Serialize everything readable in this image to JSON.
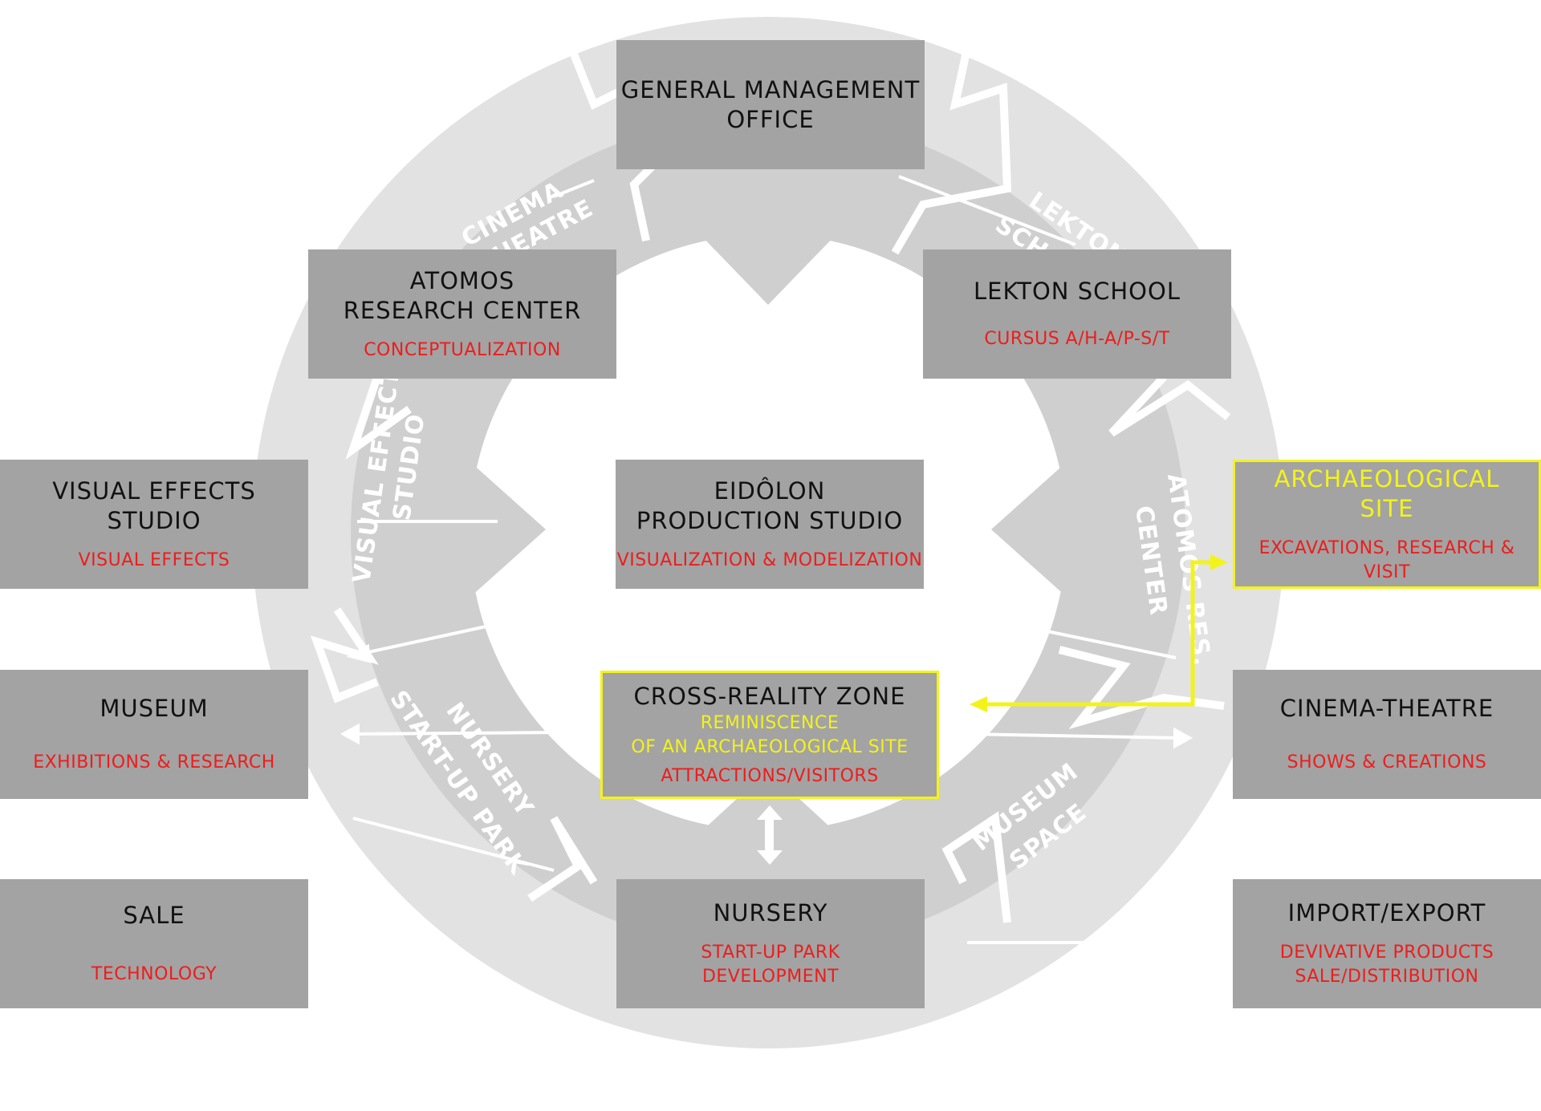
{
  "colors": {
    "box_fill": "#a3a3a3",
    "title_text": "#111111",
    "subtitle_red": "#ee1c1c",
    "highlight_yellow": "#f3f31c",
    "ring_outer": "#e2e2e2",
    "ring_inner": "#cfcfcf"
  },
  "ring_labels": {
    "cinema": "CINEMA",
    "cinema_2": "THEATRE",
    "lekton": "LEKTON",
    "lekton_2": "SCHOOL",
    "vfx": "VISUAL EFFECTS",
    "vfx_2": "STUDIO",
    "atomos": "ATOMOS RES.",
    "atomos_2": "CENTER",
    "nursery": "NURSERY",
    "nursery_2": "START-UP PARK",
    "museum": "MUSEUM",
    "museum_2": "SPACE"
  },
  "boxes": {
    "general": {
      "title": "GENERAL MANAGEMENT\nOFFICE"
    },
    "atomos": {
      "title": "ATOMOS\nRESEARCH CENTER",
      "sub": "CONCEPTUALIZATION"
    },
    "lekton": {
      "title": "LEKTON SCHOOL",
      "sub": "CURSUS A/H-A/P-S/T"
    },
    "vfx": {
      "title": "VISUAL EFFECTS\nSTUDIO",
      "sub": "VISUAL EFFECTS"
    },
    "eidolon": {
      "title": "EIDÔLON\nPRODUCTION STUDIO",
      "sub": "VISUALIZATION & MODELIZATION"
    },
    "archaeo": {
      "title": "ARCHAEOLOGICAL\nSITE",
      "sub": "EXCAVATIONS, RESEARCH & VISIT"
    },
    "museum": {
      "title": "MUSEUM",
      "sub": "EXHIBITIONS & RESEARCH"
    },
    "crossreality": {
      "title": "CROSS-REALITY ZONE",
      "yellow": "REMINISCENCE\nOF AN ARCHAEOLOGICAL SITE",
      "sub": "ATTRACTIONS/VISITORS"
    },
    "cinema": {
      "title": "CINEMA-THEATRE",
      "sub": "SHOWS & CREATIONS"
    },
    "sale": {
      "title": "SALE",
      "sub": "TECHNOLOGY"
    },
    "nursery": {
      "title": "NURSERY",
      "sub": "START-UP PARK\nDEVELOPMENT"
    },
    "import": {
      "title": "IMPORT/EXPORT",
      "sub": "DEVIVATIVE PRODUCTS\nSALE/DISTRIBUTION"
    }
  }
}
